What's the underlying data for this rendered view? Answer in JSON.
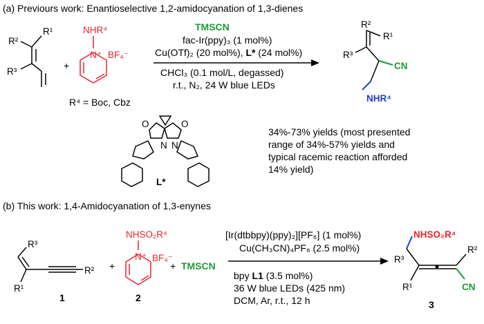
{
  "section_a": {
    "title": "(a) Previours work: Enantioselective 1,2-amidocyanation of 1,3-dienes",
    "r4_def": "R⁴ = Boc, Cbz",
    "reagent": "TMSCN",
    "cond1": "fac-Ir(ppy)₃ (1 mol%)",
    "cond2_pre": "Cu(OTf)₂ (20 mol%), ",
    "cond2_bold": "L*",
    "cond2_post": " (24 mol%)",
    "cond3": "CHCl₃ (0.1 mol/L, degassed)",
    "cond4": "r.t., N₂, 24 W blue LEDs",
    "ligand_label": "L*",
    "yield_lines": [
      "34%-73% yields (most presented",
      "range of 34%-57% yields and",
      "typical racemic reaction afforded",
      "14% yield)"
    ],
    "labels": {
      "R1": "R¹",
      "R2": "R²",
      "R3": "R³",
      "nhr4": "NHR⁴",
      "nplus": "N⁺",
      "bf4": "BF₄⁻",
      "prod_cn": "CN",
      "prod_nhr4": "NHR⁴",
      "lig_o": "O",
      "lig_n": "N"
    }
  },
  "section_b": {
    "title": "(b) This work: 1,4-Amidocyanation of 1,3-enynes",
    "plus": "+",
    "reagent": "TMSCN",
    "cond1": "[Ir(dtbbpy)(ppy)₂][PF₆] (1 mol%)",
    "cond2": "Cu(CH₃CN)₄PF₆ (2.5 mol%)",
    "cond3_pre": "bpy ",
    "cond3_bold": "L1",
    "cond3_post": " (3.5 mol%)",
    "cond4": "36 W blue LEDs (425 nm)",
    "cond5": "DCM, Ar, r.t., 12 h",
    "compound_labels": [
      "1",
      "2",
      "3"
    ],
    "labels": {
      "R1": "R¹",
      "R2": "R²",
      "R3": "R³",
      "nhso2r4": "NHSO₂R⁴",
      "nplus": "N⁺",
      "bf4": "BF₄⁻",
      "prod_nhso2r4": "NHSO₂R⁴",
      "prod_cn": "CN"
    }
  },
  "colors": {
    "red": "#e8242b",
    "green": "#1f9a3a",
    "blue": "#1f3fd1"
  }
}
